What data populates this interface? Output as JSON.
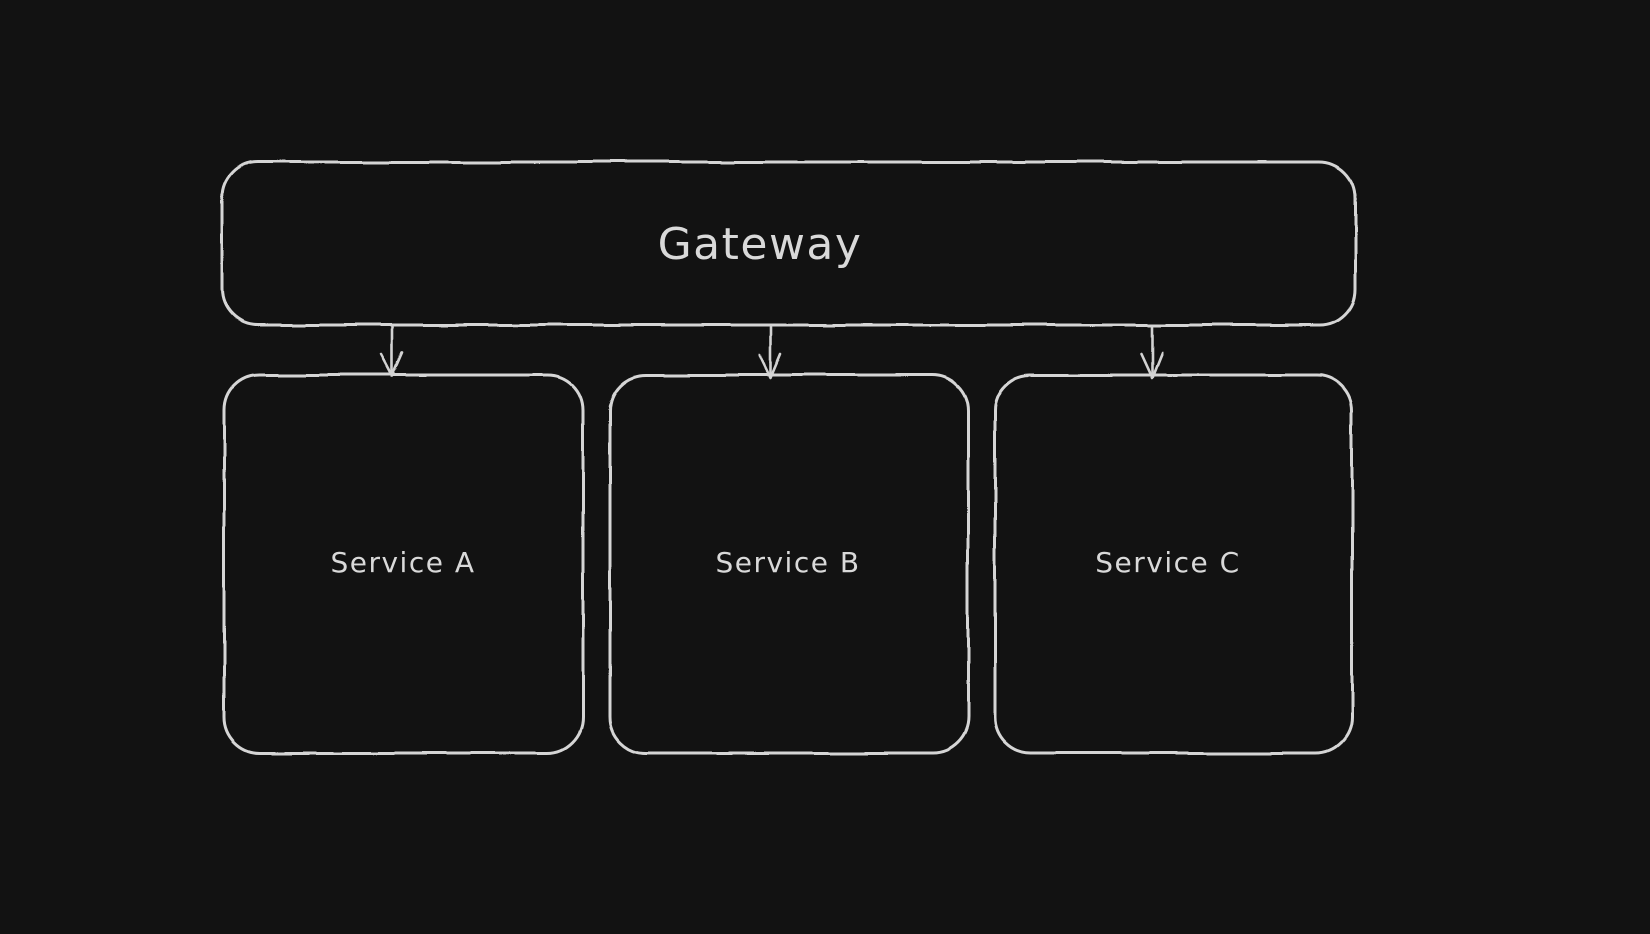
{
  "canvas": {
    "background_color": "#121212",
    "stroke_color": "#d5d5d5",
    "text_color": "#d9d9d9",
    "style": "hand-drawn-whiteboard"
  },
  "diagram": {
    "nodes": [
      {
        "id": "gateway",
        "label": "Gateway"
      },
      {
        "id": "service-a",
        "label": "Service A"
      },
      {
        "id": "service-b",
        "label": "Service B"
      },
      {
        "id": "service-c",
        "label": "Service C"
      }
    ],
    "edges": [
      {
        "from": "gateway",
        "to": "service-a",
        "direction": "down",
        "arrowhead": "open-v"
      },
      {
        "from": "gateway",
        "to": "service-b",
        "direction": "down",
        "arrowhead": "open-v"
      },
      {
        "from": "gateway",
        "to": "service-c",
        "direction": "down",
        "arrowhead": "open-v"
      }
    ]
  }
}
